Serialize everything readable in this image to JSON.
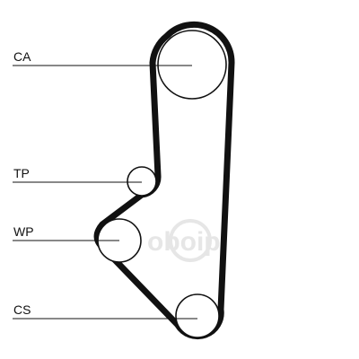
{
  "diagram": {
    "components": [
      {
        "id": "ca",
        "label": "CA"
      },
      {
        "id": "tp",
        "label": "TP"
      },
      {
        "id": "wp",
        "label": "WP"
      },
      {
        "id": "cs",
        "label": "CS"
      }
    ],
    "watermark": {
      "text": "oboip",
      "color": "#e6e6e6"
    },
    "colors": {
      "belt": "#111111",
      "background": "#ffffff"
    }
  }
}
